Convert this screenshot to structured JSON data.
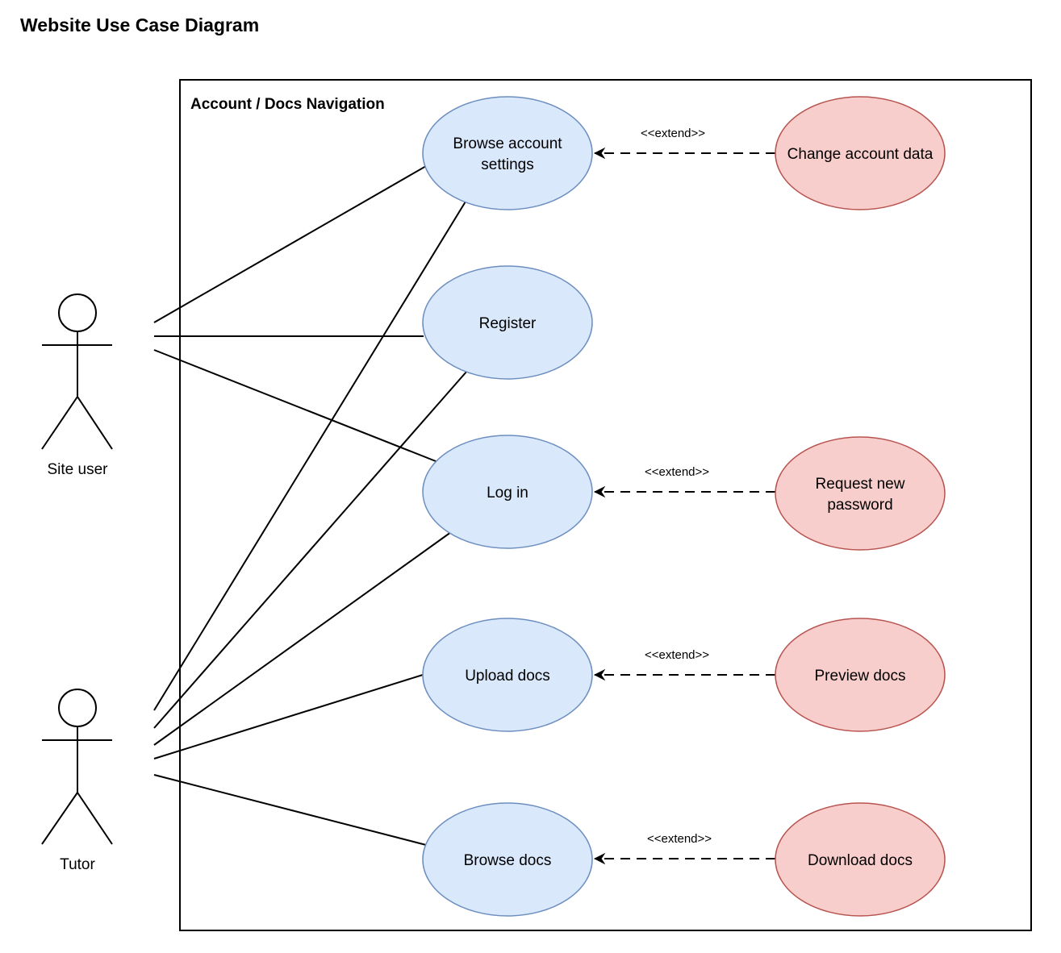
{
  "title": "Website Use Case Diagram",
  "system_boundary": {
    "label": "Account / Docs Navigation"
  },
  "actors": {
    "site_user": "Site user",
    "tutor": "Tutor"
  },
  "use_cases": {
    "browse_account_settings": [
      "Browse account",
      "settings"
    ],
    "register": "Register",
    "log_in": "Log in",
    "upload_docs": "Upload docs",
    "browse_docs": "Browse docs",
    "change_account_data": "Change account data",
    "request_new_password": [
      "Request new",
      "password"
    ],
    "preview_docs": "Preview docs",
    "download_docs": "Download docs"
  },
  "extend_label": "<<extend>>",
  "colors": {
    "primary_fill": "#dae8fc",
    "primary_stroke": "#6c8ebf",
    "extension_fill": "#f8cecc",
    "extension_stroke": "#b85450"
  },
  "associations": [
    [
      "site_user",
      "browse_account_settings"
    ],
    [
      "site_user",
      "register"
    ],
    [
      "site_user",
      "log_in"
    ],
    [
      "tutor",
      "browse_account_settings"
    ],
    [
      "tutor",
      "register"
    ],
    [
      "tutor",
      "log_in"
    ],
    [
      "tutor",
      "upload_docs"
    ],
    [
      "tutor",
      "browse_docs"
    ]
  ],
  "extends": [
    [
      "change_account_data",
      "browse_account_settings"
    ],
    [
      "request_new_password",
      "log_in"
    ],
    [
      "preview_docs",
      "upload_docs"
    ],
    [
      "download_docs",
      "browse_docs"
    ]
  ]
}
